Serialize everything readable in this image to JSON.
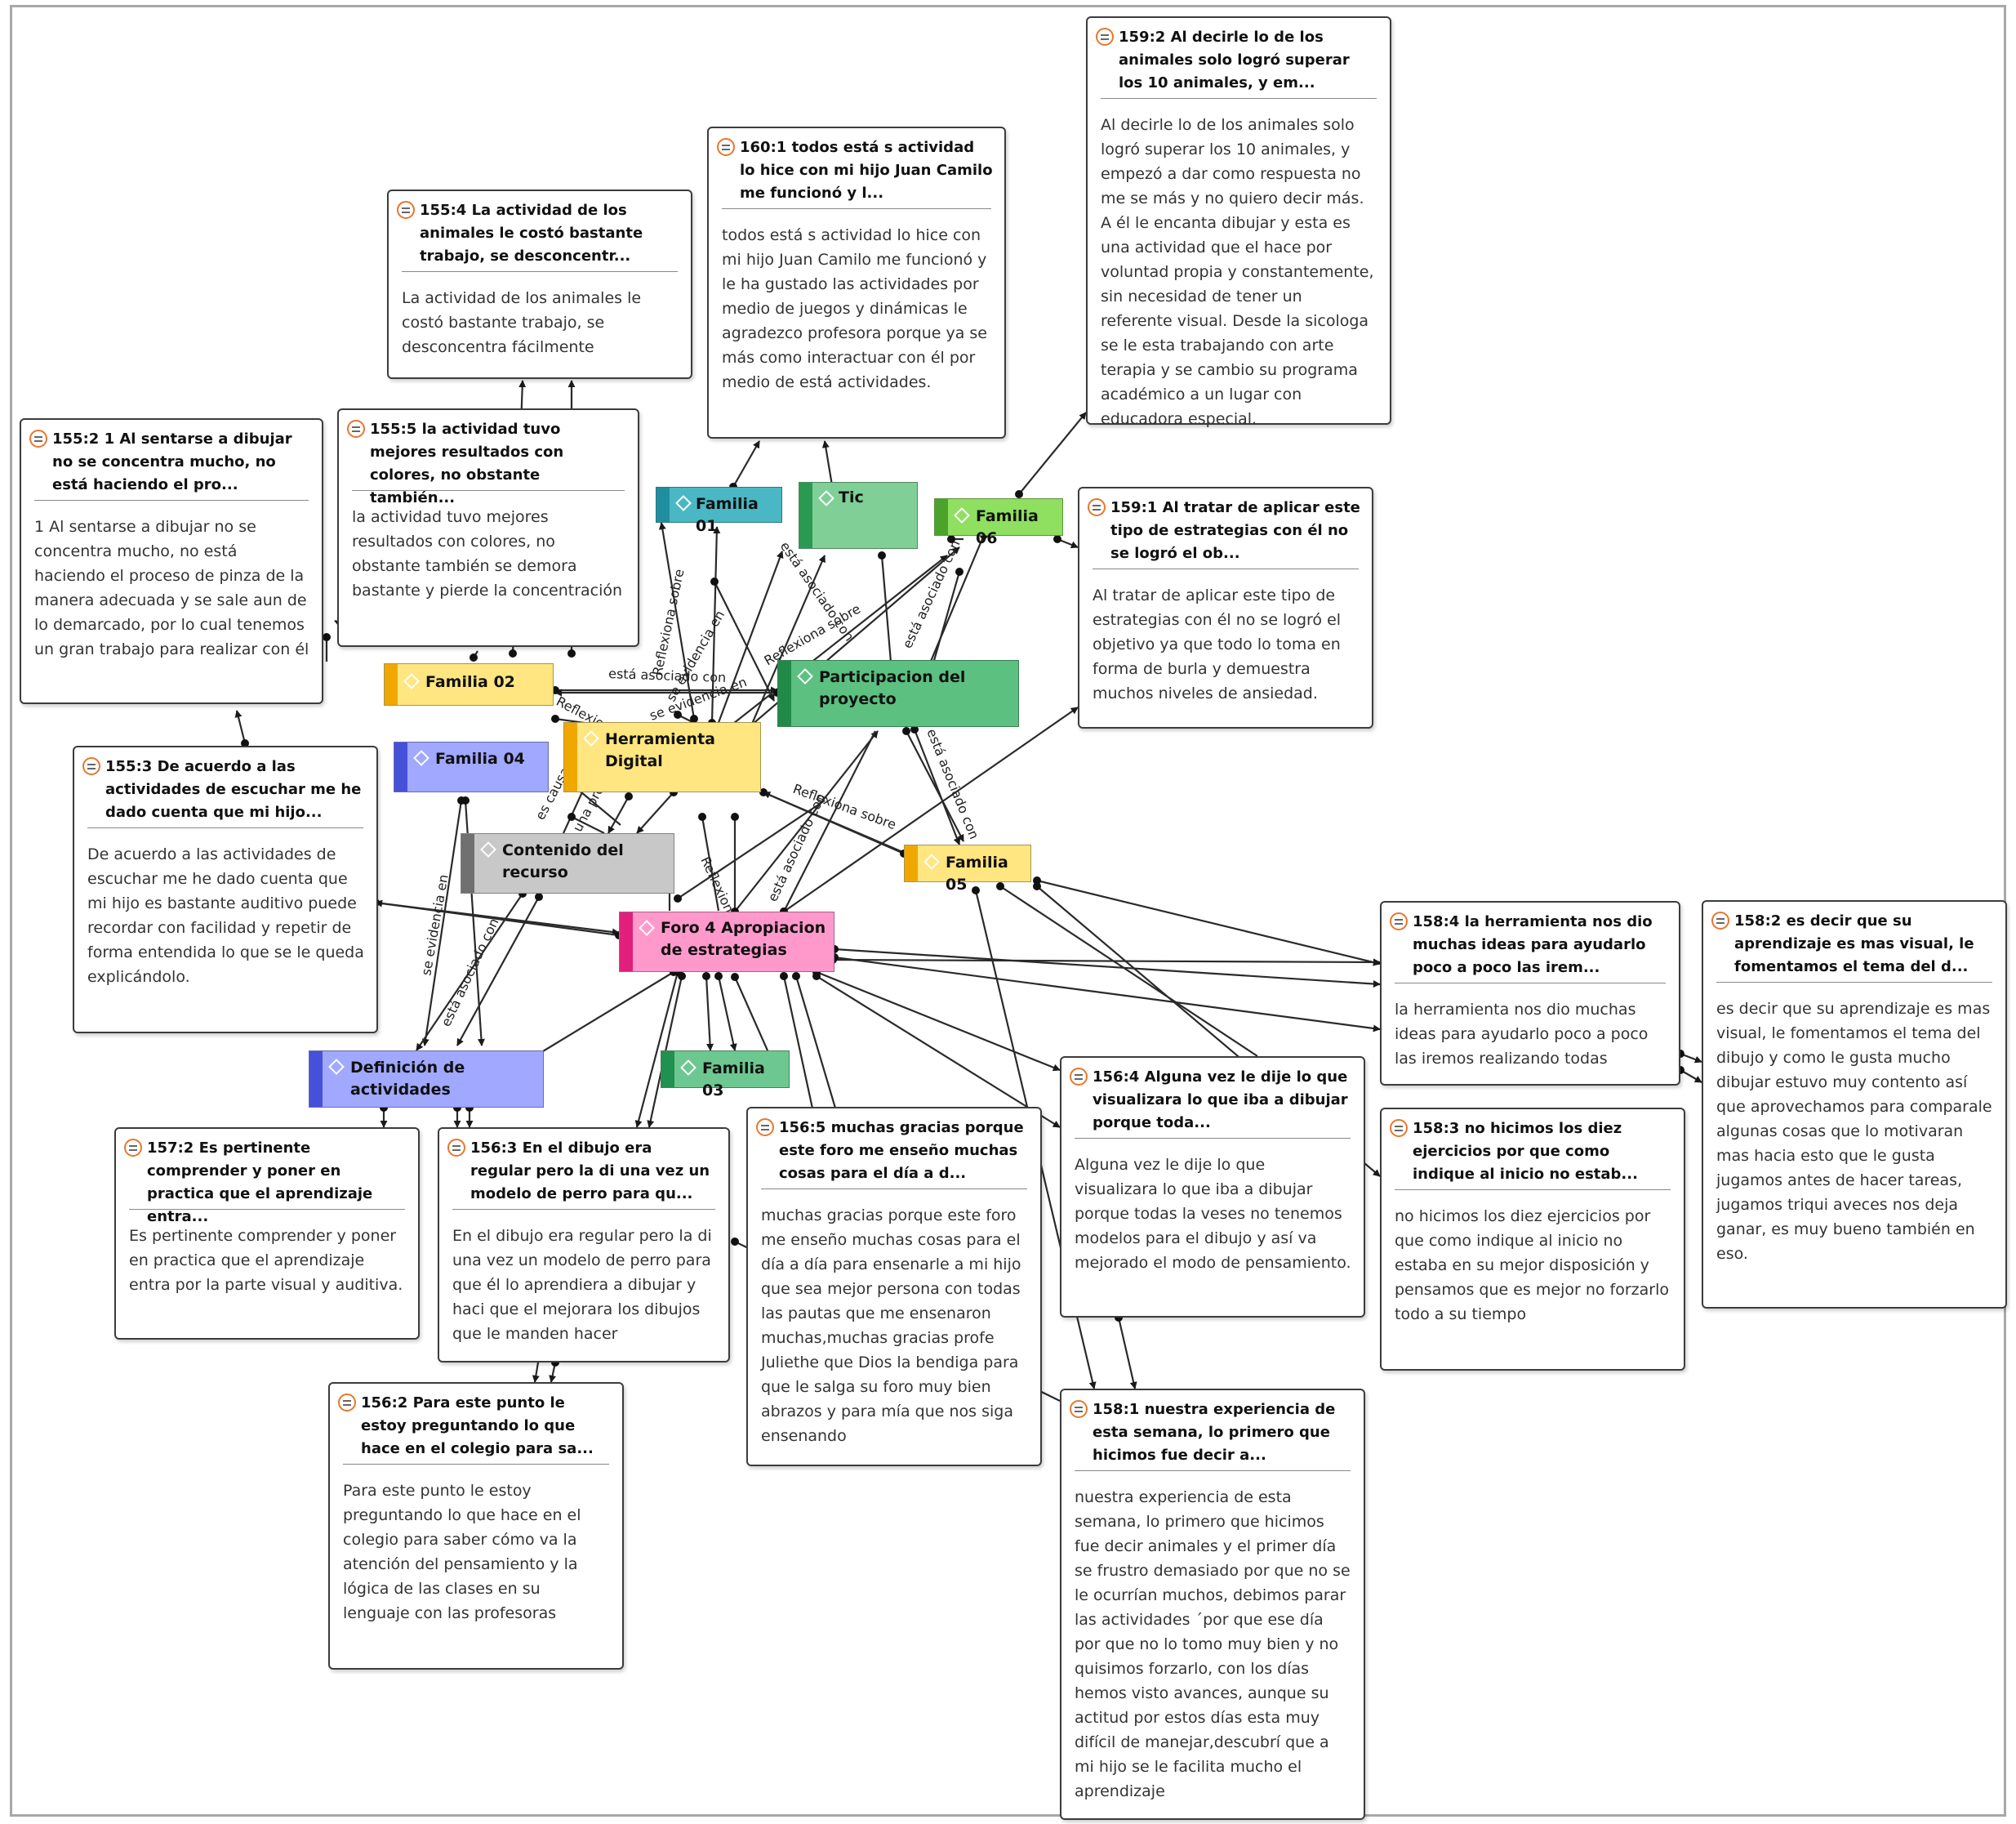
{
  "codes": [
    {
      "id": "familia01",
      "label": "Familia 01",
      "color": "#4ab7c4",
      "bar": "#1f8fa0"
    },
    {
      "id": "tic",
      "label": "Tic",
      "color": "#7fcf96",
      "bar": "#2a9a52"
    },
    {
      "id": "familia06",
      "label": "Familia 06",
      "color": "#8fe060",
      "bar": "#4ba32c"
    },
    {
      "id": "participacion",
      "label": "Participacion del proyecto",
      "color": "#5cc080",
      "bar": "#228a48"
    },
    {
      "id": "familia02",
      "label": "Familia 02",
      "color": "#ffe680",
      "bar": "#f0a800"
    },
    {
      "id": "familia04",
      "label": "Familia 04",
      "color": "#a0a8ff",
      "bar": "#4650d8"
    },
    {
      "id": "herramienta",
      "label": "Herramienta Digital",
      "color": "#ffe680",
      "bar": "#f0a800"
    },
    {
      "id": "contenido",
      "label": "Contenido del recurso",
      "color": "#c8c8c8",
      "bar": "#707070"
    },
    {
      "id": "familia05",
      "label": "Familia 05",
      "color": "#ffe680",
      "bar": "#f0a800"
    },
    {
      "id": "foro4",
      "label": "Foro 4 Apropiacion de estrategias",
      "color": "#ff99cc",
      "bar": "#e0207a"
    },
    {
      "id": "definicion",
      "label": "Definición de actividades",
      "color": "#a0a8ff",
      "bar": "#4650d8"
    },
    {
      "id": "familia03",
      "label": "Familia 03",
      "color": "#6cc890",
      "bar": "#22904e"
    }
  ],
  "memos": [
    {
      "id": "m159_2",
      "title": "159:2 Al decirle lo de los animales solo logró superar los 10 animales, y em...",
      "body": "Al decirle lo de los animales solo logró superar los 10 animales, y empezó a dar como respuesta no me se más y no quiero decir más. A él le encanta dibujar y esta es una actividad que el hace por voluntad propia y constantemente, sin necesidad de tener un referente visual. Desde la sicologa se le esta trabajando con arte terapia y se cambio su programa académico a un lugar con educadora especial."
    },
    {
      "id": "m160_1",
      "title": "160:1 todos está s actividad lo hice con mi hijo Juan Camilo me funcionó y l...",
      "body": " todos está s actividad lo hice con mi hijo Juan Camilo me funcionó y le ha gustado las actividades por medio de juegos y dinámicas le agradezco profesora porque ya se más como interactuar con él por medio de está actividades."
    },
    {
      "id": "m155_4",
      "title": "155:4 La actividad de los animales le costó bastante trabajo, se desconcentr...",
      "body": "La actividad de los animales le costó bastante trabajo, se desconcentra fácilmente"
    },
    {
      "id": "m155_2",
      "title": "155:2 1 Al sentarse a dibujar no se concentra mucho, no está haciendo el pro...",
      "body": "1 Al sentarse a dibujar no se concentra mucho, no está haciendo el proceso de pinza de la manera adecuada y se sale aun de lo demarcado, por lo cual tenemos un gran trabajo para realizar con él"
    },
    {
      "id": "m155_5",
      "title": "155:5 la actividad tuvo mejores resultados con colores, no obstante también...",
      "body": "la actividad tuvo mejores resultados con colores, no obstante también se demora bastante y pierde la concentración"
    },
    {
      "id": "m159_1",
      "title": "159:1 Al tratar de aplicar este tipo de estrategias con él no se logró el ob...",
      "body": "Al tratar de aplicar este tipo de estrategias con él no se logró el objetivo ya que todo lo toma en forma de burla y demuestra muchos niveles de ansiedad."
    },
    {
      "id": "m155_3",
      "title": "155:3 De acuerdo a las actividades de escuchar me he dado cuenta que mi hijo...",
      "body": "De acuerdo a las actividades de escuchar me he dado cuenta que mi hijo es bastante auditivo puede recordar con facilidad y repetir de forma entendida lo que se le queda explicándolo."
    },
    {
      "id": "m158_4",
      "title": "158:4 la herramienta nos dio muchas ideas para ayudarlo poco a poco las irem...",
      "body": "la herramienta nos dio muchas ideas para ayudarlo poco a poco las iremos realizando todas"
    },
    {
      "id": "m158_2",
      "title": "158:2 es decir que su aprendizaje es mas visual, le fomentamos el tema del d...",
      "body": "es decir que su aprendizaje es mas visual, le fomentamos el tema del dibujo y como le gusta mucho dibujar estuvo muy contento así que aprovechamos para comparale algunas cosas que lo motivaran mas hacia esto que le gusta jugamos antes de hacer tareas, jugamos triqui aveces nos deja ganar, es muy bueno también en eso."
    },
    {
      "id": "m156_4",
      "title": "156:4 Alguna vez le dije lo que visualizara lo que iba a dibujar porque toda...",
      "body": "Alguna vez le dije lo que visualizara lo que iba a dibujar porque todas la veses no tenemos modelos para el dibujo y así va mejorado el modo de pensamiento."
    },
    {
      "id": "m158_3",
      "title": "158:3 no hicimos los diez ejercicios por que como indique al inicio no estab...",
      "body": "no hicimos los diez ejercicios por que como indique al inicio no estaba en su mejor disposición y pensamos que es mejor no forzarlo todo a su tiempo"
    },
    {
      "id": "m157_2",
      "title": "157:2 Es pertinente comprender y poner en practica que el aprendizaje entra...",
      "body": " Es pertinente comprender y poner en practica que el aprendizaje entra por la parte visual y auditiva."
    },
    {
      "id": "m156_3",
      "title": "156:3 En el dibujo era regular pero la di una vez un modelo de perro para qu...",
      "body": "En el dibujo era regular pero la di una vez un modelo de perro para que él lo aprendiera a dibujar y haci que el mejorara los dibujos que le manden hacer"
    },
    {
      "id": "m156_5",
      "title": "156:5 muchas gracias porque este foro me enseño muchas cosas para el día a d...",
      "body": "muchas gracias porque este foro me enseño muchas cosas para el día a día para ensenarle a mi hijo que sea mejor persona con todas las pautas que me ensenaron muchas,muchas gracias profe Juliethe que Dios la bendiga para que le salga su foro muy bien abrazos y para mía que nos siga ensenando"
    },
    {
      "id": "m156_2",
      "title": "156:2 Para este punto le estoy preguntando lo que hace en el colegio para sa...",
      "body": "Para este punto le estoy preguntando lo que hace en el colegio para saber cómo va la atención del pensamiento y la lógica de las clases en su lenguaje con las profesoras"
    },
    {
      "id": "m158_1",
      "title": "158:1 nuestra experiencia de esta semana, lo primero que hicimos fue decir a...",
      "body": " nuestra experiencia de esta semana, lo primero que hicimos fue decir animales y el primer día se frustro demasiado por que no se le ocurrían muchos, debimos parar las actividades ´por que ese día por que no lo tomo muy bien y no quisimos forzarlo, con los días hemos visto avances, aunque su actitud por estos días esta muy difícil de manejar,descubrí que a mi hijo se le facilita mucho el aprendizaje"
    }
  ],
  "relation_labels": [
    {
      "id": "r1",
      "text": "Reflexiona sobre"
    },
    {
      "id": "r2",
      "text": "se evidencia en"
    },
    {
      "id": "r3",
      "text": "está asociado con"
    },
    {
      "id": "r4",
      "text": "Reflexiona sobre"
    },
    {
      "id": "r5",
      "text": "está asociado con"
    },
    {
      "id": "r6",
      "text": "está asociado con"
    },
    {
      "id": "r7",
      "text": "está asociado con"
    },
    {
      "id": "r8",
      "text": "Reflexiona sobre"
    },
    {
      "id": "r9",
      "text": "se evidencia en"
    },
    {
      "id": "r10",
      "text": "está asociado con"
    },
    {
      "id": "r11",
      "text": "está asociado con"
    },
    {
      "id": "r12",
      "text": "es causa de"
    },
    {
      "id": "r13",
      "text": "es una propiedad de"
    },
    {
      "id": "r14",
      "text": "Reflexiona sobre"
    },
    {
      "id": "r15",
      "text": "se evidencia en"
    },
    {
      "id": "r16",
      "text": "Reflexiona sobre"
    }
  ]
}
